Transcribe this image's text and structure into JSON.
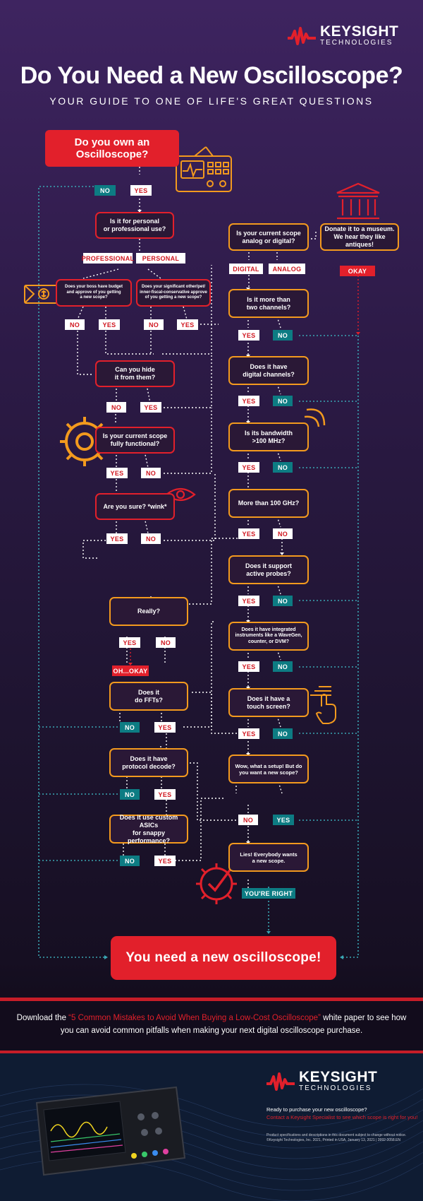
{
  "brand": {
    "name": "KEYSIGHT",
    "sub": "TECHNOLOGIES"
  },
  "title": "Do You Need a New Oscilloscope?",
  "subtitle": "YOUR GUIDE TO ONE OF LIFE'S GREAT QUESTIONS",
  "colors": {
    "red": "#e2202b",
    "orange": "#f39a1e",
    "teal": "#0d7c83",
    "purple_bg": "#2c1a46",
    "dotted_line": "#3aa7b4"
  },
  "flow": {
    "start": "Do you own an\nOscilloscope?",
    "q_use": "Is it for personal\nor professional use?",
    "q_boss": "Does your boss have budget\nand approve of you getting\na new scope?",
    "q_partner": "Does your significant other/pet/\ninner-fiscal-conservative approve\nof you getting a new scope?",
    "q_hide": "Can you hide\nit from them?",
    "q_functional": "Is your current scope\nfully functional?",
    "q_sure": "Are you sure? *wink*",
    "q_really": "Really?",
    "q_ffts": "Does it\ndo FFTs?",
    "q_protocol": "Does it have\nprotocol decode?",
    "q_asics": "Does it use custom ASICs\nfor snappy performance?",
    "q_analog": "Is your current scope\nanalog or digital?",
    "museum": "Donate it to a museum.\nWe hear they like antiques!",
    "q_channels": "Is it more than\ntwo channels?",
    "q_digital": "Does it have\ndigital channels?",
    "q_bandwidth": "Is its bandwidth\n>100 MHz?",
    "q_100ghz": "More than 100 GHz?",
    "q_probes": "Does it support\nactive probes?",
    "q_integrated": "Does it have integrated\ninstruments like a WaveGen,\ncounter, or DVM?",
    "q_touch": "Does it have a\ntouch screen?",
    "q_want": "Wow, what a setup! But do\nyou want a new scope?",
    "q_lies": "Lies! Everybody wants\na new scope.",
    "final": "You need a new oscilloscope!",
    "labels": {
      "no": "NO",
      "yes": "YES",
      "professional": "PROFESSIONAL",
      "personal": "PERSONAL",
      "digital": "DIGITAL",
      "analog": "ANALOG",
      "okay": "OKAY",
      "oh_okay": "OH...OKAY",
      "youre_right": "YOU'RE RIGHT"
    }
  },
  "download": {
    "prefix": "Download the ",
    "link": "“5 Common Mistakes to Avoid When Buying a Low-Cost Oscilloscope”",
    "suffix": " white paper to see how you can avoid common pitfalls when making your next digital oscilloscope purchase."
  },
  "footer": {
    "ready": "Ready to purchase your new oscilloscope?",
    "contact": "Contact a Keysight Specialist to see which scope is right for you!",
    "legal1": "Product specifications and descriptions in this document subject to change without notice.",
    "legal2": "©Keysight Technologies, Inc. 2021, Printed in USA, January 13, 2021  |  3992-3058.EN"
  }
}
